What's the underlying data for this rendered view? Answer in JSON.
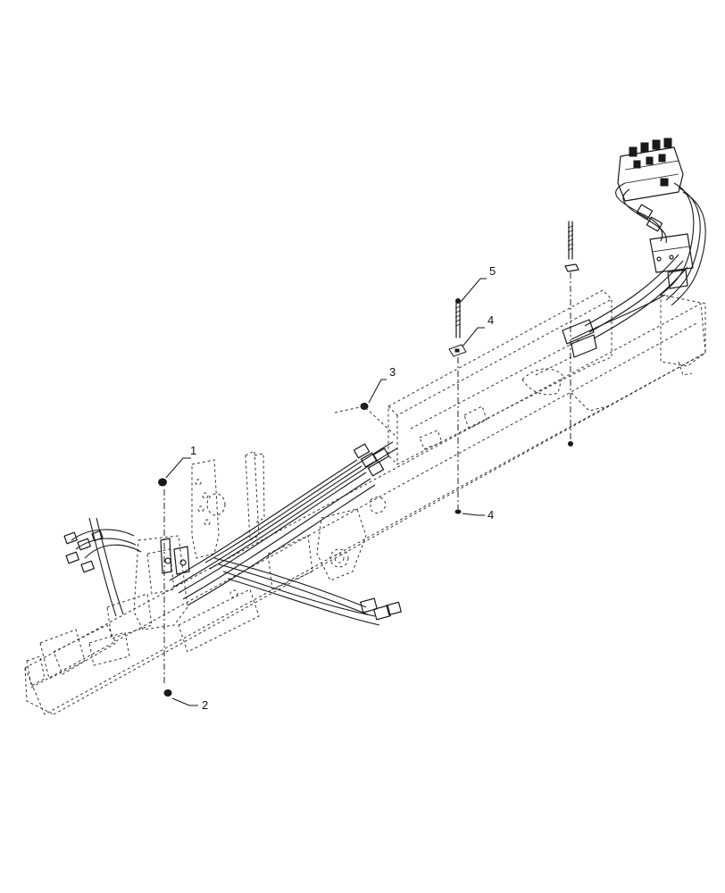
{
  "callouts": [
    {
      "id": "callout-1",
      "label": "1"
    },
    {
      "id": "callout-2",
      "label": "2"
    },
    {
      "id": "callout-3",
      "label": "3"
    },
    {
      "id": "callout-4-top",
      "label": "4"
    },
    {
      "id": "callout-4-bottom",
      "label": "4"
    },
    {
      "id": "callout-5",
      "label": "5"
    }
  ]
}
